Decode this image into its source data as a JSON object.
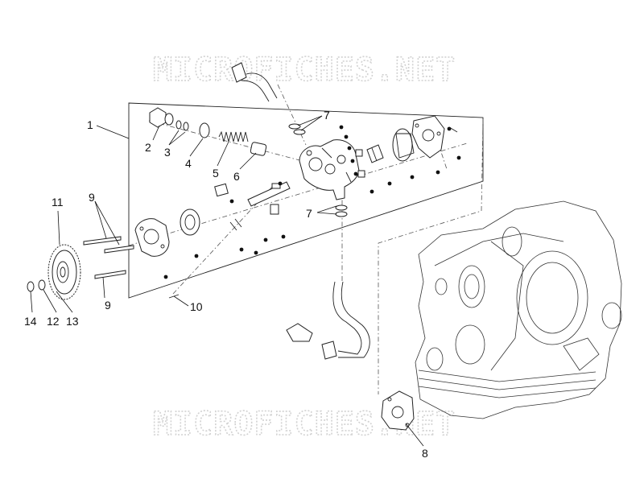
{
  "watermark": {
    "text": "MICROFICHES.NET"
  },
  "callouts": {
    "c1": "1",
    "c2": "2",
    "c3": "3",
    "c4": "4",
    "c5": "5",
    "c6": "6",
    "c7a": "7",
    "c7b": "7",
    "c8": "8",
    "c9a": "9",
    "c9b": "9",
    "c10": "10",
    "c11": "11",
    "c12": "12",
    "c13": "13",
    "c14": "14"
  },
  "colors": {
    "line": "#222222",
    "watermark": "#d2d2d2",
    "background": "#ffffff"
  }
}
